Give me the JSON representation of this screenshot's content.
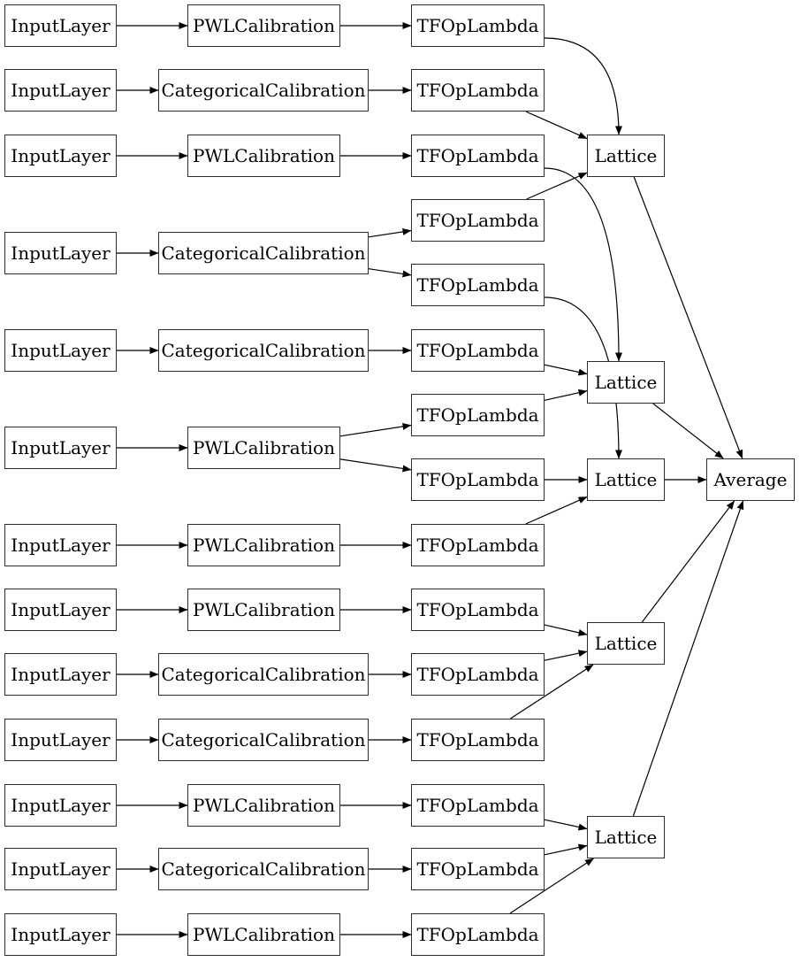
{
  "node_types": {
    "input": "InputLayer",
    "pwl": "PWLCalibration",
    "cat": "CategoricalCalibration",
    "lambda": "TFOpLambda",
    "lattice": "Lattice",
    "average": "Average"
  },
  "colors": {
    "background": "#ffffff",
    "node_fill": "#ffffff",
    "node_border": "#2e2e2e",
    "edge": "#000000",
    "text": "#000000"
  },
  "graph": {
    "edges": [
      [
        "in1",
        "cal1"
      ],
      [
        "in2",
        "cal2"
      ],
      [
        "in3",
        "cal3"
      ],
      [
        "in4",
        "cal4"
      ],
      [
        "in5",
        "cal5"
      ],
      [
        "in6",
        "cal6"
      ],
      [
        "in7",
        "cal7"
      ],
      [
        "in8",
        "cal8"
      ],
      [
        "in9",
        "cal9"
      ],
      [
        "in10",
        "cal10"
      ],
      [
        "in11",
        "cal11"
      ],
      [
        "in12",
        "cal12"
      ],
      [
        "in13",
        "cal13"
      ],
      [
        "cal1",
        "la1"
      ],
      [
        "cal2",
        "la2"
      ],
      [
        "cal3",
        "la3"
      ],
      [
        "cal4",
        "la4a"
      ],
      [
        "cal4",
        "la4b"
      ],
      [
        "cal5",
        "la5"
      ],
      [
        "cal6",
        "la6a"
      ],
      [
        "cal6",
        "la6b"
      ],
      [
        "cal7",
        "la7"
      ],
      [
        "cal8",
        "la8"
      ],
      [
        "cal9",
        "la9"
      ],
      [
        "cal10",
        "la10"
      ],
      [
        "cal11",
        "la11"
      ],
      [
        "cal12",
        "la12"
      ],
      [
        "cal13",
        "la13"
      ],
      [
        "la1",
        "lat1"
      ],
      [
        "la2",
        "lat1"
      ],
      [
        "la4a",
        "lat1"
      ],
      [
        "la3",
        "lat2"
      ],
      [
        "la5",
        "lat2"
      ],
      [
        "la6a",
        "lat2"
      ],
      [
        "la4b",
        "lat3"
      ],
      [
        "la6b",
        "lat3"
      ],
      [
        "la7",
        "lat3"
      ],
      [
        "la8",
        "lat4"
      ],
      [
        "la9",
        "lat4"
      ],
      [
        "la10",
        "lat4"
      ],
      [
        "la11",
        "lat5"
      ],
      [
        "la12",
        "lat5"
      ],
      [
        "la13",
        "lat5"
      ],
      [
        "lat1",
        "avg"
      ],
      [
        "lat2",
        "avg"
      ],
      [
        "lat3",
        "avg"
      ],
      [
        "lat4",
        "avg"
      ],
      [
        "lat5",
        "avg"
      ]
    ],
    "curved_edges": [
      [
        "la1",
        "lat1"
      ],
      [
        "la3",
        "lat2"
      ],
      [
        "la4b",
        "lat3"
      ]
    ]
  }
}
